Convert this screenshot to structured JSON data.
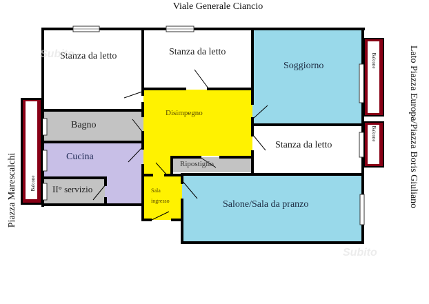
{
  "streets": {
    "top": "Viale Generale Ciancio",
    "left": "Piazza Marescalchi",
    "right": "Lato Piazza Europa/Piazza Boris Giuliano"
  },
  "rooms": {
    "bedroom_1": "Stanza da letto",
    "bedroom_2": "Stanza da letto",
    "bedroom_3": "Stanza da letto",
    "living_room": "Soggiorno",
    "hallway": "Disimpegno",
    "bathroom": "Bagno",
    "kitchen": "Cucina",
    "second_bathroom": "II° servizio",
    "storage": "Ripostiglio",
    "entrance": "Sala ingresso",
    "entrance_line1": "Sala",
    "entrance_line2": "ingresso",
    "lounge_dining": "Salone/Sala da pranzo"
  },
  "balconies": {
    "left": "Balcone",
    "right_top": "Balcone",
    "right_bottom": "Balcone"
  },
  "watermark": "Subito",
  "colors": {
    "wall": "#000000",
    "hallway_yellow": "#fff200",
    "living_blue": "#99d9ea",
    "bath_grey": "#c3c3c3",
    "kitchen_lavender": "#c8bfe7",
    "balcony_red": "#880015",
    "window_white": "#ffffff"
  }
}
